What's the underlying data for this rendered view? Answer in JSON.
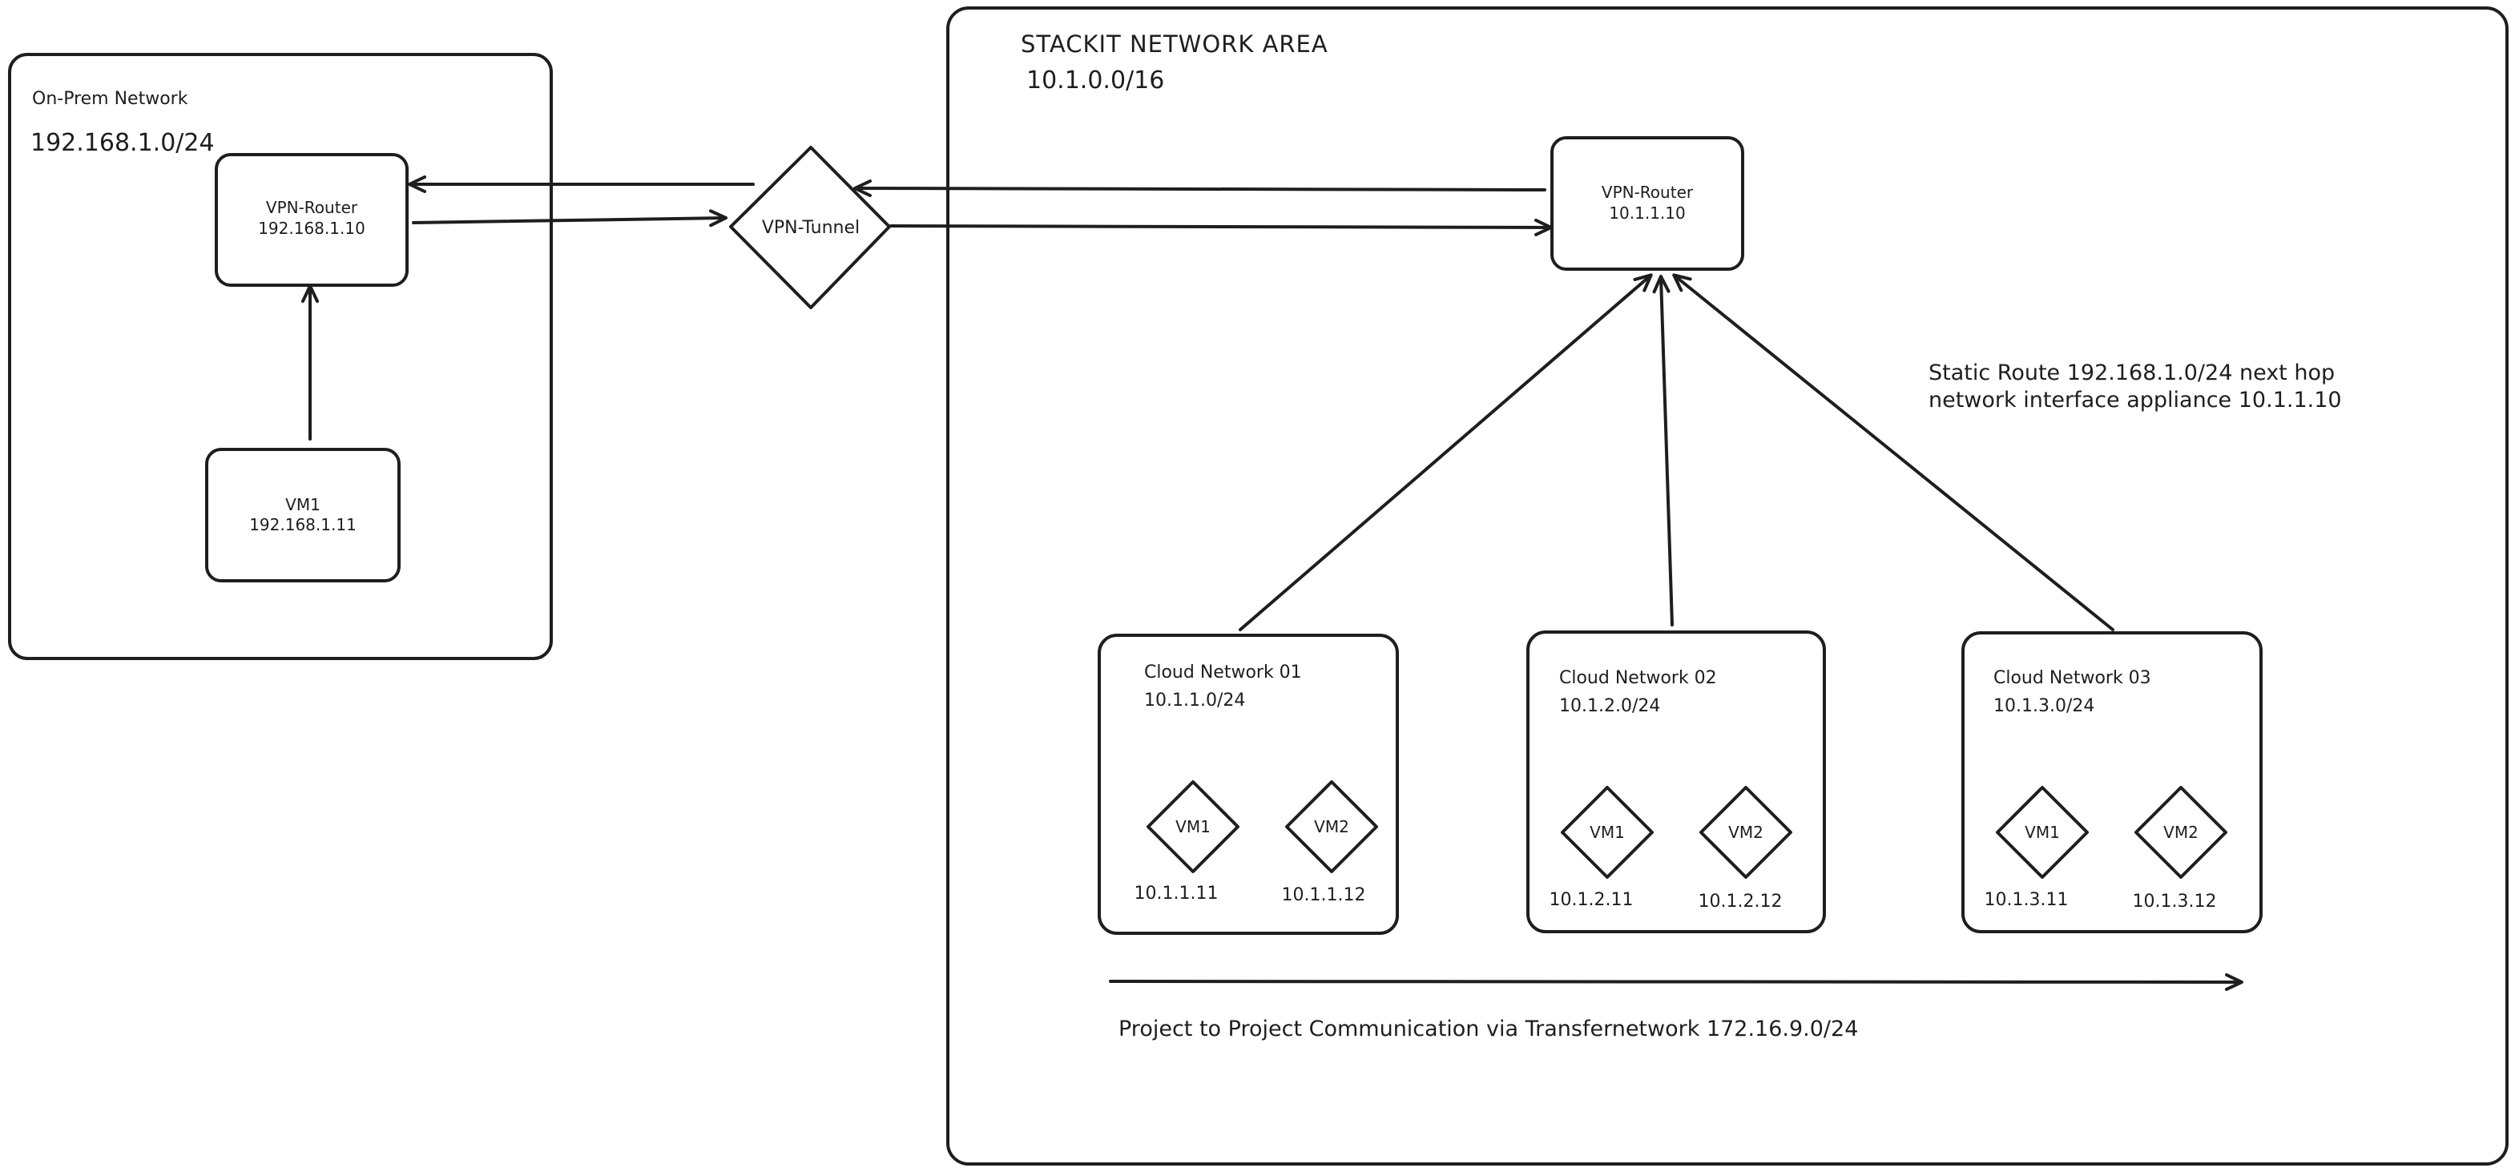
{
  "onprem": {
    "title": "On-Prem Network",
    "cidr": "192.168.1.0/24",
    "router": {
      "name": "VPN-Router",
      "ip": "192.168.1.10"
    },
    "vm": {
      "name": "VM1",
      "ip": "192.168.1.11"
    }
  },
  "tunnel": {
    "label": "VPN-Tunnel"
  },
  "stackit": {
    "title": "STACKIT NETWORK AREA",
    "cidr": "10.1.0.0/16",
    "router": {
      "name": "VPN-Router",
      "ip": "10.1.1.10"
    },
    "static_route": {
      "line1": "Static Route 192.168.1.0/24 next hop",
      "line2": "network interface appliance 10.1.1.10"
    },
    "networks": [
      {
        "name": "Cloud Network 01",
        "cidr": "10.1.1.0/24",
        "vms": [
          {
            "name": "VM1",
            "ip": "10.1.1.11"
          },
          {
            "name": "VM2",
            "ip": "10.1.1.12"
          }
        ]
      },
      {
        "name": "Cloud Network 02",
        "cidr": "10.1.2.0/24",
        "vms": [
          {
            "name": "VM1",
            "ip": "10.1.2.11"
          },
          {
            "name": "VM2",
            "ip": "10.1.2.12"
          }
        ]
      },
      {
        "name": "Cloud Network 03",
        "cidr": "10.1.3.0/24",
        "vms": [
          {
            "name": "VM1",
            "ip": "10.1.3.11"
          },
          {
            "name": "VM2",
            "ip": "10.1.3.12"
          }
        ]
      }
    ],
    "transfer_note": "Project to Project Communication via Transfernetwork 172.16.9.0/24"
  }
}
